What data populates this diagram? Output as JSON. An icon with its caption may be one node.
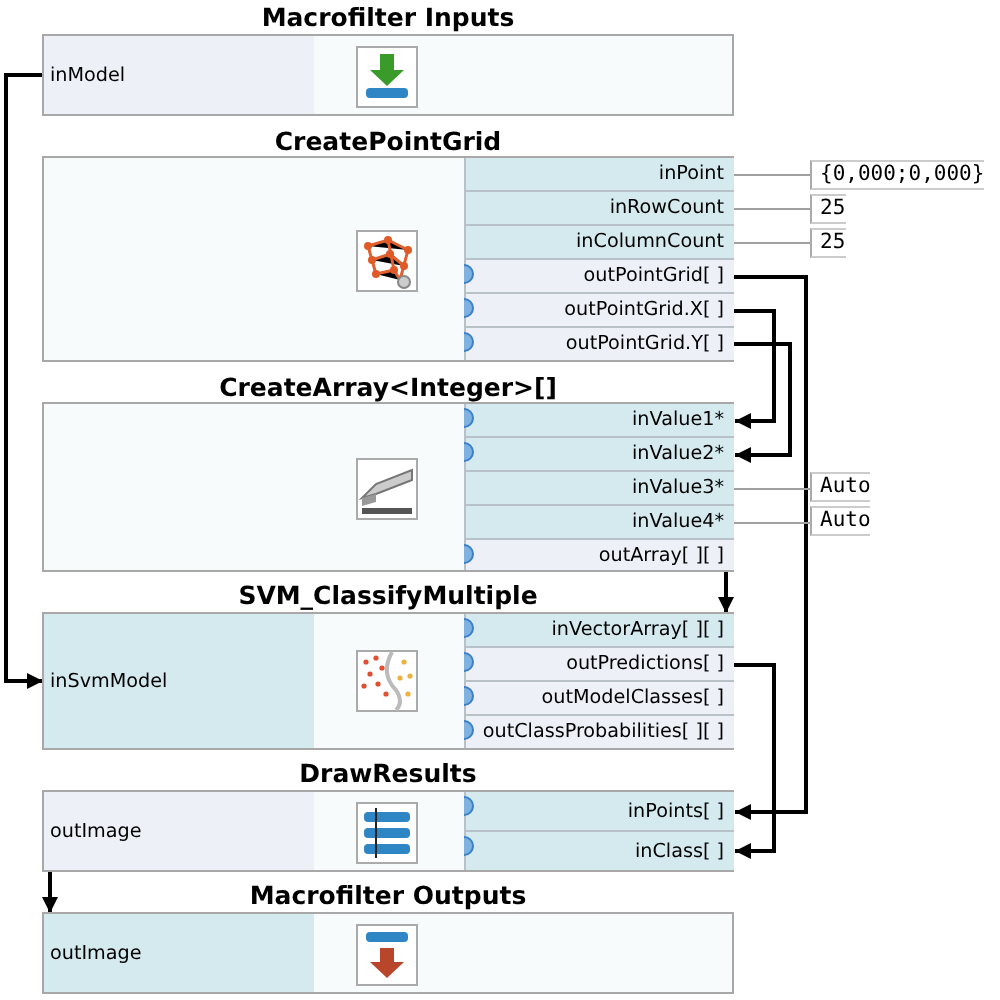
{
  "diagram": {
    "nodes": [
      {
        "text": [
          "Macrofilter Inputs"
        ]
      },
      {
        "text": [
          "inModel"
        ],
        "in": 0
      },
      {
        "text": [
          "CreatePointGrid"
        ]
      },
      {
        "text": [
          "inPoint"
        ],
        "in": 2
      },
      {
        "text": [
          "inRowCount"
        ],
        "in": 2
      },
      {
        "text": [
          "inColumnCount"
        ],
        "in": 2
      },
      {
        "text": [
          "outPointGrid[ ]"
        ],
        "in": 2
      },
      {
        "text": [
          "outPointGrid.X[ ]"
        ],
        "in": 2
      },
      {
        "text": [
          "outPointGrid.Y[ ]"
        ],
        "in": 2
      },
      {
        "text": [
          "{0,000;0,000}"
        ]
      },
      {
        "text": [
          "25"
        ]
      },
      {
        "text": [
          "25"
        ]
      },
      {
        "text": [
          "CreateArray<Integer>[]"
        ]
      },
      {
        "text": [
          "inValue1*"
        ],
        "in": 12
      },
      {
        "text": [
          "inValue2*"
        ],
        "in": 12
      },
      {
        "text": [
          "inValue3*"
        ],
        "in": 12
      },
      {
        "text": [
          "inValue4*"
        ],
        "in": 12
      },
      {
        "text": [
          "outArray[ ][ ]"
        ],
        "in": 12
      },
      {
        "text": [
          "Auto"
        ]
      },
      {
        "text": [
          "Auto"
        ]
      },
      {
        "text": [
          "SVM_ClassifyMultiple"
        ]
      },
      {
        "text": [
          "inSvmModel"
        ],
        "in": 20
      },
      {
        "text": [
          "inVectorArray[ ][ ]"
        ],
        "in": 20
      },
      {
        "text": [
          "outPredictions[ ]"
        ],
        "in": 20
      },
      {
        "text": [
          "outModelClasses[ ]"
        ],
        "in": 20
      },
      {
        "text": [
          "outClassProbabilities[ ][ ]"
        ],
        "in": 20
      },
      {
        "text": [
          "DrawResults"
        ]
      },
      {
        "text": [
          "outImage"
        ],
        "in": 26
      },
      {
        "text": [
          "inPoints[ ]"
        ],
        "in": 26
      },
      {
        "text": [
          "inClass[ ]"
        ],
        "in": 26
      },
      {
        "text": [
          "Macrofilter Outputs"
        ]
      },
      {
        "text": [
          "outImage"
        ],
        "in": 30
      }
    ],
    "edges": [
      {
        "from": 1,
        "to": 21,
        "arrow": "to"
      },
      {
        "from": 6,
        "to": 28,
        "arrow": "to"
      },
      {
        "from": 7,
        "to": 13,
        "arrow": "to"
      },
      {
        "from": 8,
        "to": 14,
        "arrow": "to"
      },
      {
        "from": 17,
        "to": 22,
        "arrow": "to"
      },
      {
        "from": 23,
        "to": 29,
        "arrow": "to"
      },
      {
        "from": 27,
        "to": 31,
        "arrow": "to"
      },
      {
        "from": 3,
        "to": 9,
        "arrow": "none",
        "color": "#a0a0a0"
      },
      {
        "from": 4,
        "to": 10,
        "arrow": "none",
        "color": "#a0a0a0"
      },
      {
        "from": 5,
        "to": 11,
        "arrow": "none",
        "color": "#a0a0a0"
      },
      {
        "from": 15,
        "to": 18,
        "arrow": "none",
        "color": "#a0a0a0"
      },
      {
        "from": 16,
        "to": 19,
        "arrow": "none",
        "color": "#a0a0a0"
      }
    ]
  }
}
